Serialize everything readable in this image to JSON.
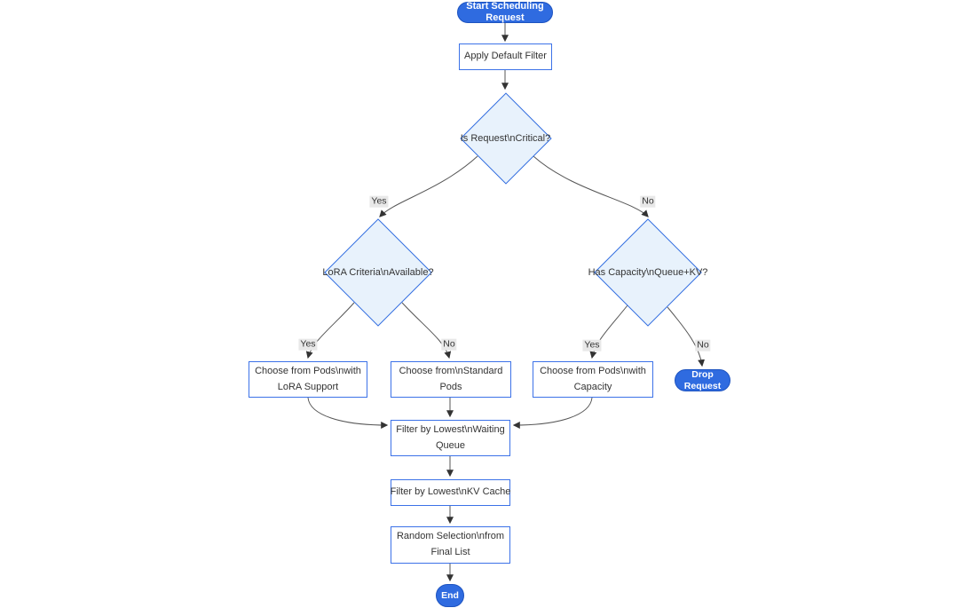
{
  "diagram": {
    "type": "flowchart",
    "colors": {
      "background": "#ffffff",
      "pill_fill": "#2f6be0",
      "pill_border": "#1d53c0",
      "pill_text": "#ffffff",
      "rect_fill": "#ffffff",
      "rect_border": "#3c72e8",
      "rect_text": "#333333",
      "diamond_fill": "#e8f2fc",
      "diamond_border": "#2f6be0",
      "edge_line": "#555555",
      "arrowhead": "#333333",
      "edge_label_bg": "#e8e8e8",
      "edge_label_text": "#333333"
    },
    "nodes": {
      "start": {
        "label": "Start Scheduling Request",
        "shape": "stadium"
      },
      "apply_filter": {
        "label": "Apply Default Filter",
        "shape": "rect"
      },
      "decision_critical": {
        "label": "Is Request\\nCritical?",
        "shape": "diamond"
      },
      "decision_lora": {
        "label": "LoRA Criteria\\nAvailable?",
        "shape": "diamond"
      },
      "decision_capacity": {
        "label": "Has Capacity\\nQueue+KV?",
        "shape": "diamond"
      },
      "choose_lora": {
        "lines": [
          "Choose from Pods\\nwith",
          "LoRA Support"
        ],
        "shape": "rect"
      },
      "choose_standard": {
        "lines": [
          "Choose from\\nStandard",
          "Pods"
        ],
        "shape": "rect"
      },
      "choose_capacity": {
        "lines": [
          "Choose from Pods\\nwith",
          "Capacity"
        ],
        "shape": "rect"
      },
      "drop_request": {
        "label": "Drop Request",
        "shape": "stadium"
      },
      "filter_waiting_queue": {
        "lines": [
          "Filter by Lowest\\nWaiting",
          "Queue"
        ],
        "shape": "rect"
      },
      "filter_kv_cache": {
        "lines": [
          "Filter by Lowest\\nKV Cache"
        ],
        "shape": "rect"
      },
      "random_selection": {
        "lines": [
          "Random Selection\\nfrom",
          "Final List"
        ],
        "shape": "rect"
      },
      "end": {
        "label": "End",
        "shape": "stadium"
      }
    },
    "edge_labels": {
      "critical_yes": "Yes",
      "critical_no": "No",
      "lora_yes": "Yes",
      "lora_no": "No",
      "capacity_yes": "Yes",
      "capacity_no": "No"
    }
  }
}
